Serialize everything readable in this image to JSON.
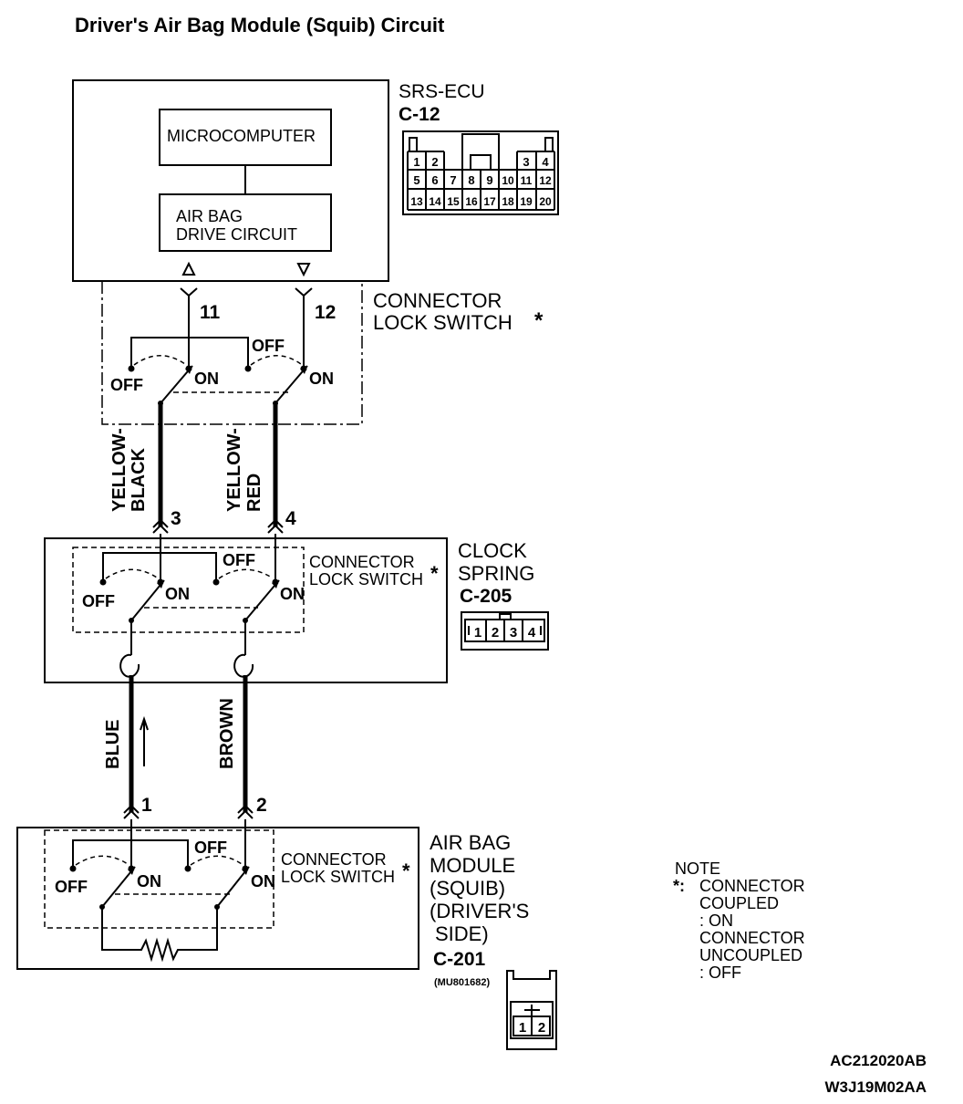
{
  "title": "Driver's Air Bag Module (Squib) Circuit",
  "srs_ecu": {
    "name": "SRS-ECU",
    "connector": "C-12",
    "microcomputer": "MICROCOMPUTER",
    "drive_circuit_line1": "AIR BAG",
    "drive_circuit_line2": "DRIVE CIRCUIT",
    "pins_row1": [
      "1",
      "2",
      "3",
      "4"
    ],
    "pins_row2": [
      "5",
      "6",
      "7",
      "8",
      "9",
      "10",
      "11",
      "12"
    ],
    "pins_row3": [
      "13",
      "14",
      "15",
      "16",
      "17",
      "18",
      "19",
      "20"
    ]
  },
  "ecu_terminals": {
    "left": "11",
    "right": "12"
  },
  "connector_lock_switch": {
    "line1": "CONNECTOR",
    "line2": "LOCK SWITCH",
    "asterisk": "*"
  },
  "switch_states": {
    "off": "OFF",
    "on": "ON"
  },
  "wires_upper": {
    "left_1": "YELLOW-",
    "left_2": "BLACK",
    "right_1": "YELLOW-",
    "right_2": "RED"
  },
  "clock_spring": {
    "name_line1": "CLOCK",
    "name_line2": "SPRING",
    "connector": "C-205",
    "terminal_left": "3",
    "terminal_right": "4",
    "pins": [
      "1",
      "2",
      "3",
      "4"
    ]
  },
  "wires_lower": {
    "left": "BLUE",
    "right": "BROWN"
  },
  "air_bag_module": {
    "line1": "AIR BAG",
    "line2": "MODULE",
    "line3": "(SQUIB)",
    "line4": "(DRIVER'S",
    "line5": "SIDE)",
    "connector": "C-201",
    "part_number": "(MU801682)",
    "terminal_left": "1",
    "terminal_right": "2",
    "pins": [
      "1",
      "2"
    ]
  },
  "note": {
    "heading": "NOTE",
    "marker": "*:",
    "line1": "CONNECTOR",
    "line2": "COUPLED",
    "line3": ": ON",
    "line4": "CONNECTOR",
    "line5": "UNCOUPLED",
    "line6": ": OFF"
  },
  "codes": {
    "figure": "AC212020AB",
    "reference": "W3J19M02AA"
  }
}
